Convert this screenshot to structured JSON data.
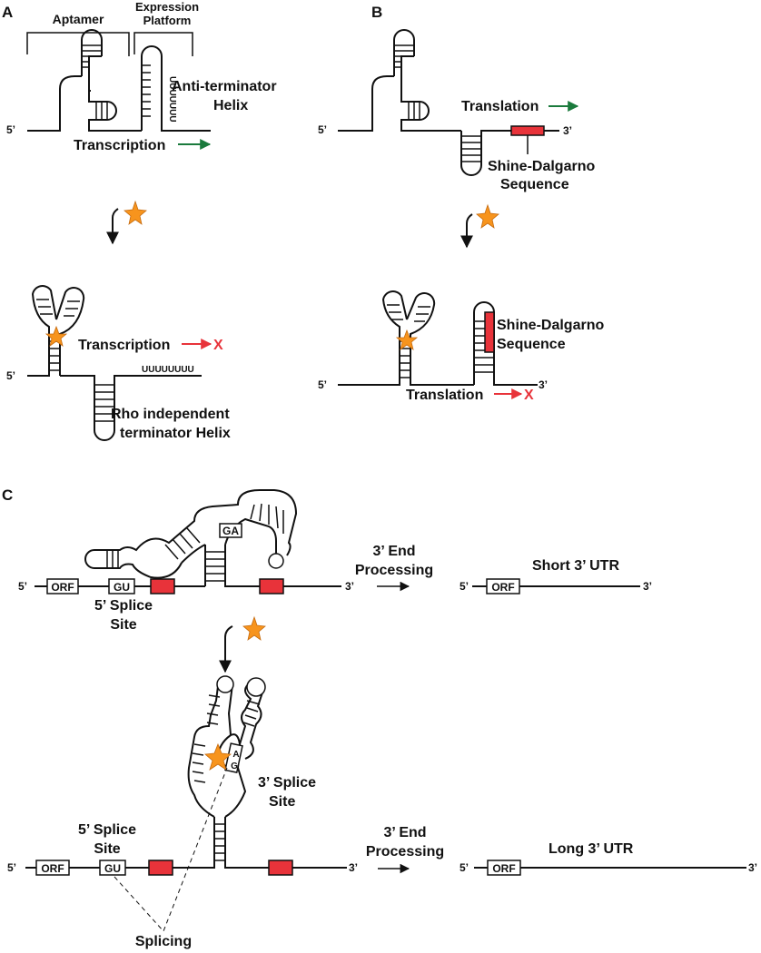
{
  "panels": {
    "a": "A",
    "b": "B",
    "c": "C"
  },
  "panel_a": {
    "aptamer": "Aptamer",
    "expression_line1": "Expression",
    "expression_line2": "Platform",
    "antiterm_line1": "Anti-terminator",
    "antiterm_line2": "Helix",
    "five_prime": "5’",
    "transcription_on": "Transcription",
    "transcription_off": "Transcription",
    "stop_mark": "X",
    "uuu_stem": "UUUUUUU",
    "uuu_tail": "UUUUUUUU",
    "rho_line1": "Rho independent",
    "rho_line2": "terminator Helix"
  },
  "panel_b": {
    "five_prime_top": "5’",
    "three_prime_top": "3’",
    "translation_on": "Translation",
    "sd_top_line1": "Shine-Dalgarno",
    "sd_top_line2": "Sequence",
    "sd_bottom_line1": "Shine-Dalgarno",
    "sd_bottom_line2": "Sequence",
    "five_prime_bottom": "5’",
    "three_prime_bottom": "3’",
    "translation_off": "Translation",
    "stop_mark": "X"
  },
  "panel_c": {
    "top_five_prime": "5’",
    "top_orf": "ORF",
    "top_gu": "GU",
    "top_ga": "GA",
    "top_three_prime": "3’",
    "top_splice_line1": "5’ Splice",
    "top_splice_line2": "Site",
    "top_end_line1": "3’ End",
    "top_end_line2": "Processing",
    "short_five_prime": "5’",
    "short_orf": "ORF",
    "short_label": "Short 3’ UTR",
    "short_three_prime": "3’",
    "bottom_five_prime": "5’",
    "bottom_orf": "ORF",
    "bottom_gu": "GU",
    "bottom_a": "A",
    "bottom_g": "G",
    "bottom_three_prime": "3’",
    "bottom_splice5_line1": "5’ Splice",
    "bottom_splice5_line2": "Site",
    "bottom_splice3_line1": "3’ Splice",
    "bottom_splice3_line2": "Site",
    "splicing": "Splicing",
    "bottom_end_line1": "3’ End",
    "bottom_end_line2": "Processing",
    "long_five_prime": "5’",
    "long_orf": "ORF",
    "long_label": "Long 3’ UTR",
    "long_three_prime": "3’"
  },
  "colors": {
    "ligand_star": "#f7941d",
    "active_arrow": "#1a7a3c",
    "blocked_arrow": "#e8333a",
    "regulatory_box": "#e8333a"
  }
}
